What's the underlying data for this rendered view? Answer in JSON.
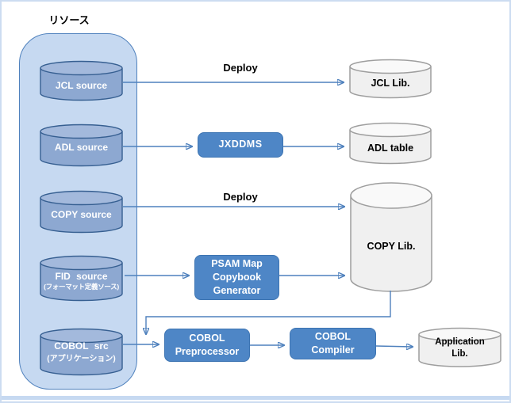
{
  "container": {
    "title": "リソース"
  },
  "nodes": {
    "jcl_source": "JCL source",
    "adl_source": "ADL source",
    "copy_source": "COPY source",
    "fid_source": "FID source",
    "fid_source_sub": "(フォーマット定義ソース)",
    "cobol_src": "COBOL src",
    "cobol_src_sub": "(アプリケーション)",
    "jcl_lib": "JCL Lib.",
    "adl_table": "ADL table",
    "copy_lib": "COPY Lib.",
    "application_lib": "Application\nLib."
  },
  "processes": {
    "jxddms": "JXDDMS",
    "psam_generator": "PSAM Map\nCopybook\nGenerator",
    "cobol_preprocessor": "COBOL\nPreprocessor",
    "cobol_compiler": "COBOL\nCompiler"
  },
  "labels": {
    "deploy_jcl": "Deploy",
    "deploy_copy": "Deploy"
  },
  "colors": {
    "frame_border": "#ccdcf1",
    "container_fill": "#c6d9f1",
    "container_border": "#4f81bd",
    "cylinder_blue_fill": "#8da8d1",
    "cylinder_blue_border": "#365f91",
    "cylinder_gray_fill": "#f0f0f0",
    "cylinder_gray_border": "#9e9e9e",
    "process_fill": "#4e86c6",
    "arrow": "#4f81bd",
    "text_on_blue": "#ffffff",
    "text_black": "#000000"
  }
}
